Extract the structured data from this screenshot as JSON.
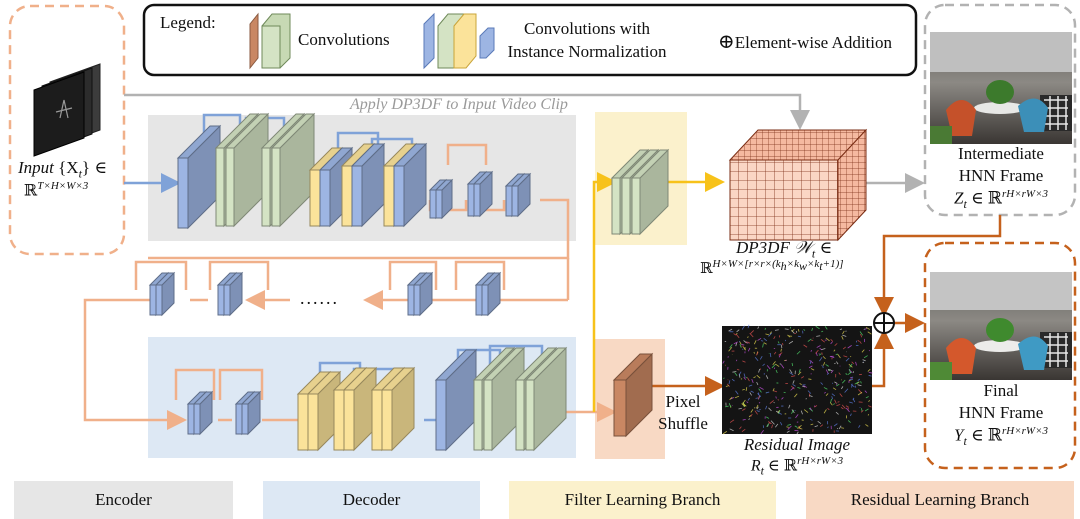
{
  "legend": {
    "title": "Legend:",
    "conv": "Convolutions",
    "conv_in_line1": "Convolutions with",
    "conv_in_line2": "Instance Normalization",
    "add_symbol": "⊕",
    "add_label": "Element-wise Addition"
  },
  "input": {
    "label_it": "Input",
    "label_set": "{X",
    "label_sub": "t",
    "label_tail": "} ∈",
    "space": "ℝ",
    "space_sup": "T×H×W×3"
  },
  "apply_label": "Apply DP3DF to Input Video Clip",
  "dots": "......",
  "dp3df": {
    "name": "DP3DF",
    "symbol": "𝒲",
    "sub": "t",
    "tail": " ∈",
    "space": "ℝ",
    "space_sup": "H×W×[r×r×(k",
    "k_h": "h",
    "k_w_prefix": "×k",
    "k_w": "w",
    "k_t_prefix": "×k",
    "k_t": "t",
    "sup_end": "+1)]"
  },
  "intermediate": {
    "line1": "Intermediate",
    "line2": "HNN Frame",
    "var": "Z",
    "sub": "t",
    "tail": " ∈ ℝ",
    "sup": "rH×rW×3"
  },
  "final": {
    "line1": "Final",
    "line2": "HNN Frame",
    "var": "Y",
    "sub": "t",
    "tail": " ∈ ℝ",
    "sup": "rH×rW×3"
  },
  "residual": {
    "label": "Residual Image",
    "var": "R",
    "sub": "t",
    "tail": " ∈ ℝ",
    "sup": "rH×rW×3"
  },
  "pixel_shuffle": {
    "line1": "Pixel",
    "line2": "Shuffle"
  },
  "plus_symbol": "⊕",
  "regions": [
    {
      "label": "Encoder",
      "color": "#e6e6e6"
    },
    {
      "label": "Decoder",
      "color": "#dde8f4"
    },
    {
      "label": "Filter Learning Branch",
      "color": "#fbf1cc"
    },
    {
      "label": "Residual Learning Branch",
      "color": "#f8d9c4"
    }
  ],
  "colors": {
    "blue_arrow": "#7fa2d8",
    "orange_arrow": "#f0b08a",
    "yellow_arrow": "#f7c21a",
    "dark_orange": "#c5611c",
    "gray_arrow": "#b2b2b2",
    "conv_green": "#d4e3c4",
    "conv_yellow": "#fbe39a",
    "conv_blue": "#9db5e3",
    "conv_brown": "#c98763"
  },
  "icons": [
    "plus-icon",
    "film-stack-icon",
    "cube-grid-icon",
    "photo-icon",
    "noise-icon"
  ]
}
